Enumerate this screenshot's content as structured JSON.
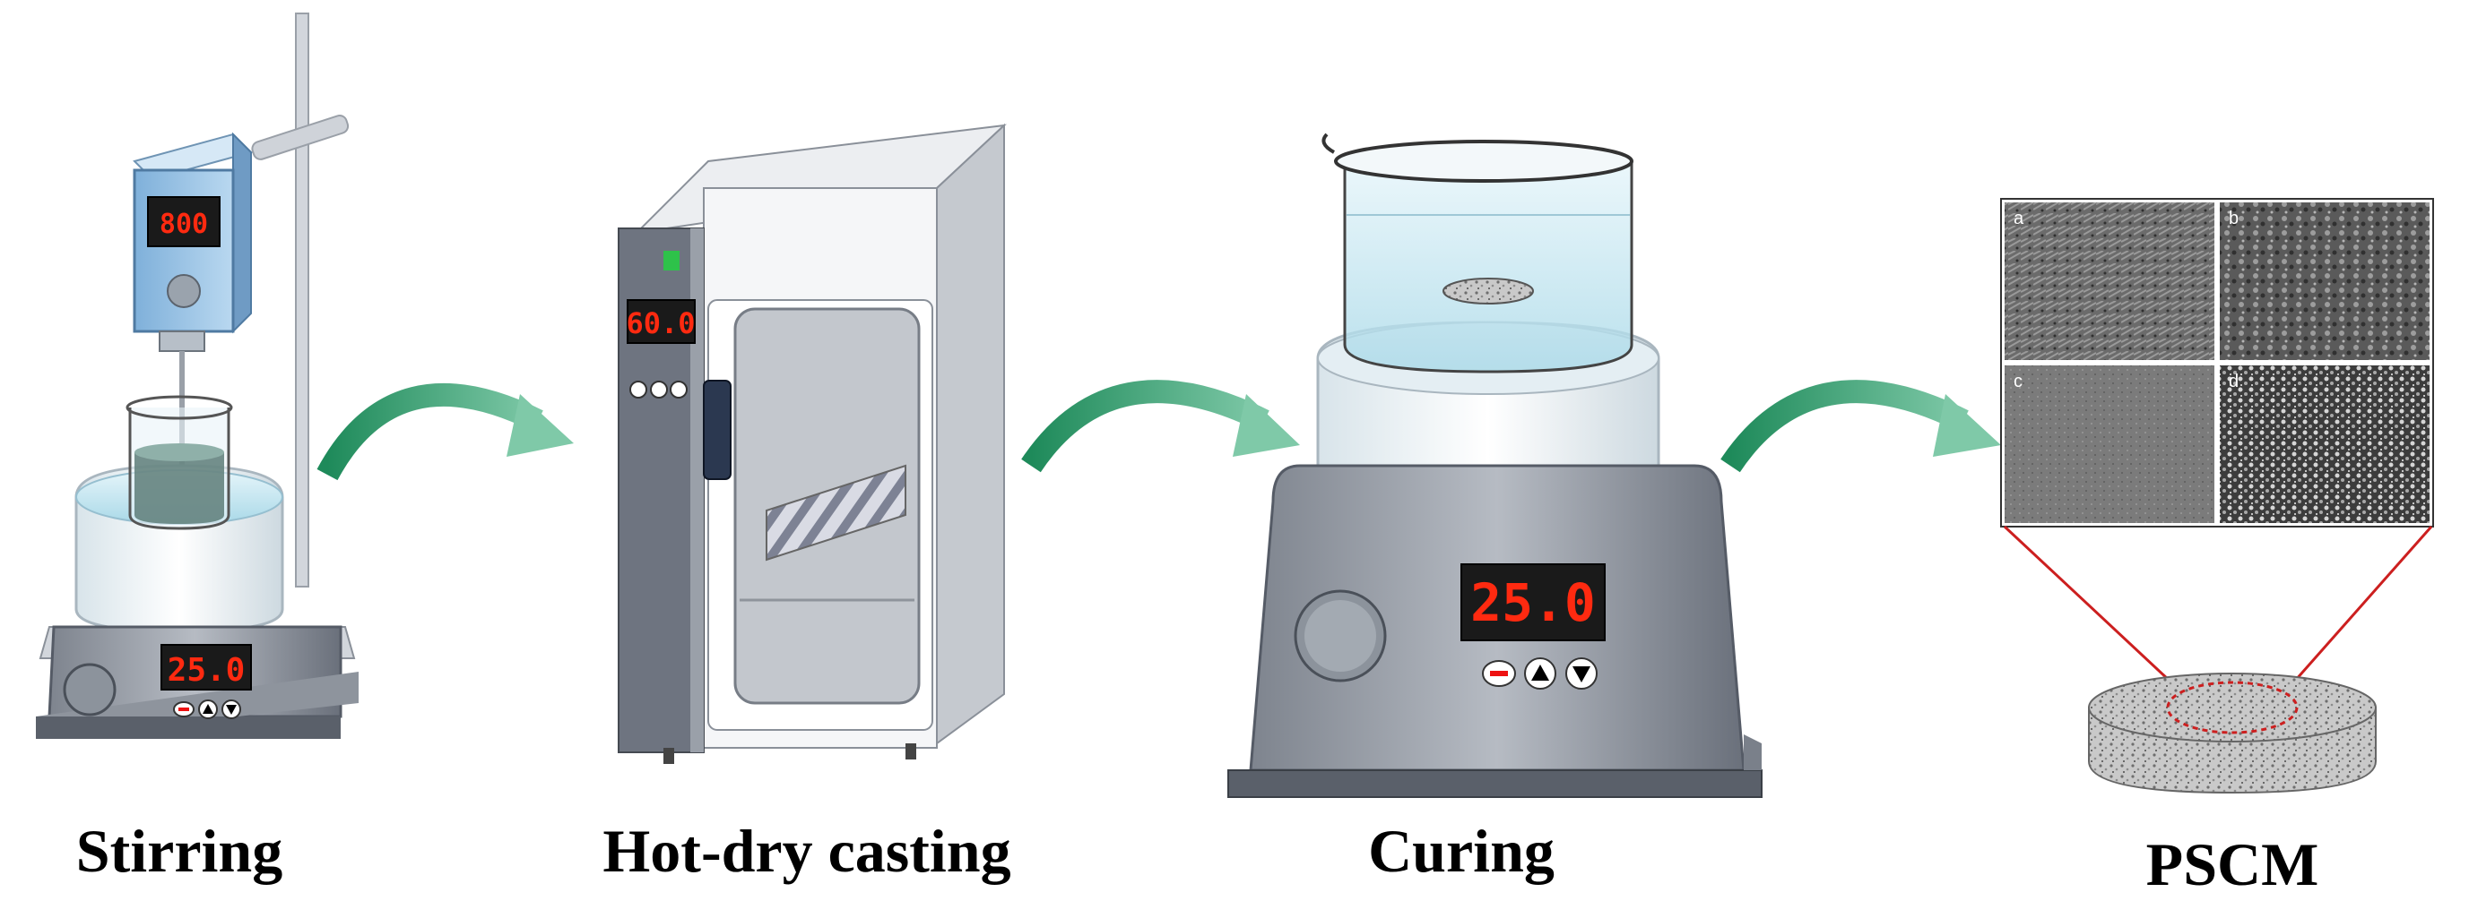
{
  "steps": [
    {
      "caption": "Stirring",
      "display": "25.0",
      "stirrer_display": "800"
    },
    {
      "caption": "Hot-dry casting",
      "display": "60.0"
    },
    {
      "caption": "Curing",
      "display": "25.0"
    },
    {
      "caption": "PSCM"
    }
  ],
  "sem_panels": [
    "a",
    "b",
    "c",
    "d"
  ],
  "colors": {
    "arrow": "#2f9a6a",
    "lcd_text": "#ff2a10",
    "device_gray": "#6e7480",
    "water": "#bfe4ee",
    "sem_outline": "#cc1f1f"
  }
}
